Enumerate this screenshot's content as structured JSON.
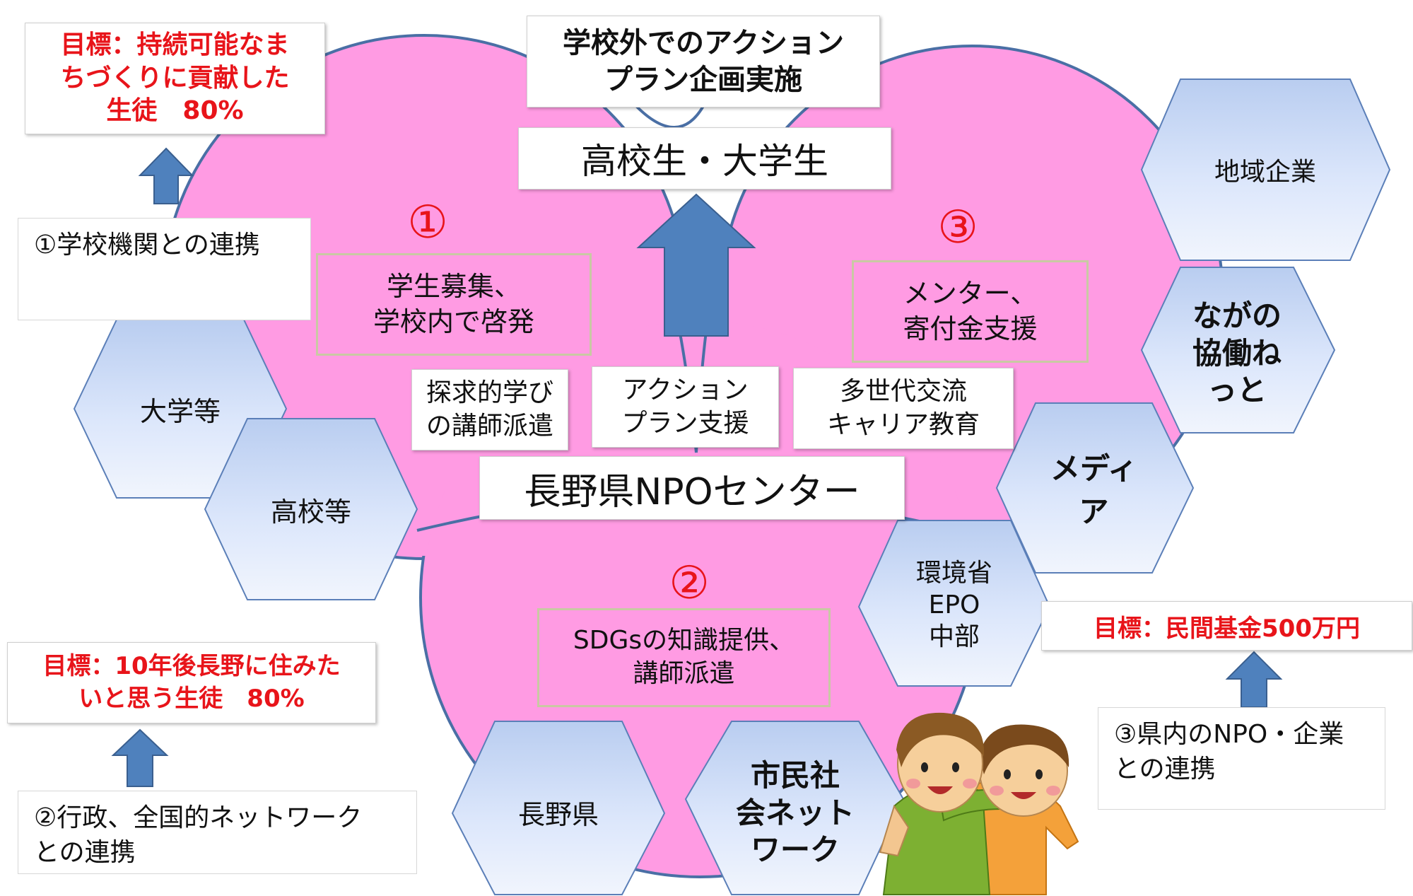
{
  "top_goal": {
    "lines": [
      "目標：持続可能なま",
      "ちづくりに貢献した",
      "生徒　80%"
    ]
  },
  "action_plan": {
    "lines": [
      "学校外でのアクション",
      "プラン企画実施"
    ]
  },
  "students": "高校生・大学生",
  "markers": {
    "one": "①",
    "two": "②",
    "three": "③"
  },
  "box_recruit": {
    "lines": [
      "学生募集、",
      "学校内で啓発"
    ]
  },
  "box_mentor": {
    "lines": [
      "メンター、",
      "寄付金支援"
    ]
  },
  "box_inquiry": {
    "lines": [
      "探求的学び",
      "の講師派遣"
    ]
  },
  "box_action_support": {
    "lines": [
      "アクション",
      "プラン支援"
    ]
  },
  "box_multigen": {
    "lines": [
      "多世代交流",
      "キャリア教育"
    ]
  },
  "npo_center": "長野県NPOセンター",
  "box_sdgs": {
    "lines": [
      "SDGsの知識提供、",
      "講師派遣"
    ]
  },
  "note_school": "①学校機関との連携",
  "note_admin": {
    "lines": [
      "②行政、全国的ネットワーク",
      "との連携"
    ]
  },
  "note_npo": {
    "lines": [
      "③県内のNPO・企業",
      "との連携"
    ]
  },
  "goal_youth": {
    "lines": [
      "目標：10年後長野に住みた",
      "いと思う生徒　80%"
    ]
  },
  "goal_fund": "目標：民間基金500万円",
  "hexagons": {
    "university": "大学等",
    "highschool": "高校等",
    "prefecture": "長野県",
    "civil_network": [
      "市民社",
      "会ネット",
      "ワーク"
    ],
    "moe_epo": [
      "環境省",
      "EPO",
      "中部"
    ],
    "media": "メディア",
    "nagano_kyodo": [
      "ながの",
      "協働ね",
      "っと"
    ],
    "local_business": "地域企業"
  },
  "colors": {
    "heart": "#ff9be3",
    "heart_stroke": "#4a6fa5",
    "arrow": "#4f81bd",
    "goal_text": "#e8141a"
  }
}
